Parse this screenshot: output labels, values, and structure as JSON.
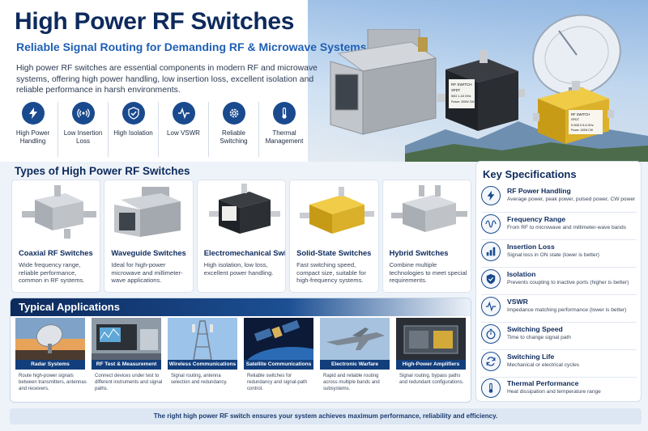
{
  "hero": {
    "title": "High Power RF Switches",
    "subtitle": "Reliable Signal Routing for Demanding RF & Microwave Systems",
    "description": "High power RF switches are essential components in modern RF and microwave systems, offering high power handling, low insertion loss, excellent isolation and reliable performance in harsh environments.",
    "features": [
      {
        "label": "High Power Handling",
        "icon": "lightning-bolt-icon"
      },
      {
        "label": "Low Insertion Loss",
        "icon": "signal-waves-icon"
      },
      {
        "label": "High Isolation",
        "icon": "shield-check-icon"
      },
      {
        "label": "Low VSWR",
        "icon": "pulse-wave-icon"
      },
      {
        "label": "Reliable Switching",
        "icon": "gear-icon"
      },
      {
        "label": "Thermal Management",
        "icon": "thermometer-icon"
      }
    ],
    "devices": {
      "black": {
        "line1": "RF SWITCH",
        "line2": "SPDT",
        "line3": "50Ω 1-18 GHz",
        "line4": "Power: 200W CW"
      },
      "gold": {
        "line1": "RF SWITCH",
        "line2": "SPDT",
        "line3": "N 50Ω 0.5-6 GHz",
        "line4": "Power: 100W CW"
      }
    }
  },
  "types": {
    "title": "Types of High Power RF Switches",
    "items": [
      {
        "name": "Coaxial RF Switches",
        "desc": "Wide frequency range, reliable performance, common in RF systems."
      },
      {
        "name": "Waveguide Switches",
        "desc": "Ideal for high-power microwave and millimeter-wave applications."
      },
      {
        "name": "Electromechanical Switches",
        "desc": "High isolation, low loss, excellent power handling."
      },
      {
        "name": "Solid-State Switches",
        "desc": "Fast switching speed, compact size, suitable for high-frequency systems."
      },
      {
        "name": "Hybrid Switches",
        "desc": "Combine multiple technologies to meet special requirements."
      }
    ]
  },
  "specs": {
    "title": "Key Specifications",
    "items": [
      {
        "name": "RF Power Handling",
        "desc": "Average power, peak power, pulsed power, CW power",
        "icon": "lightning-bolt-icon"
      },
      {
        "name": "Frequency Range",
        "desc": "From RF to microwave and millimeter-wave bands",
        "icon": "sine-wave-icon"
      },
      {
        "name": "Insertion Loss",
        "desc": "Signal loss in ON state (lower is better)",
        "icon": "bar-chart-icon"
      },
      {
        "name": "Isolation",
        "desc": "Prevents coupling to inactive ports (higher is better)",
        "icon": "shield-check-icon"
      },
      {
        "name": "VSWR",
        "desc": "Impedance matching performance (lower is better)",
        "icon": "pulse-wave-icon"
      },
      {
        "name": "Switching Speed",
        "desc": "Time to change signal path",
        "icon": "stopwatch-icon"
      },
      {
        "name": "Switching Life",
        "desc": "Mechanical or electrical cycles",
        "icon": "refresh-cycle-icon"
      },
      {
        "name": "Thermal Performance",
        "desc": "Heat dissipation and temperature range",
        "icon": "thermometer-icon"
      }
    ]
  },
  "applications": {
    "title": "Typical Applications",
    "items": [
      {
        "label": "Radar Systems",
        "desc": "Route high-power signals between transmitters, antennas and receivers."
      },
      {
        "label": "RF Test & Measurement",
        "desc": "Connect devices under test to different instruments and signal paths."
      },
      {
        "label": "Wireless Communications",
        "desc": "Signal routing, antenna selection and redundancy."
      },
      {
        "label": "Satellite Communications",
        "desc": "Reliable switches for redundancy and signal-path control."
      },
      {
        "label": "Electronic Warfare",
        "desc": "Rapid and reliable routing across multiple bands and subsystems."
      },
      {
        "label": "High-Power Amplifiers",
        "desc": "Signal routing, bypass paths and redundant configurations."
      }
    ]
  },
  "footer": {
    "text": "The right high power RF switch ensures your system achieves maximum performance, reliability and efficiency."
  },
  "colors": {
    "navy": "#0d2a5c",
    "accent_blue": "#1f5fb4",
    "icon_blue": "#1a4a8e",
    "gold_switch": "#e3b626"
  }
}
